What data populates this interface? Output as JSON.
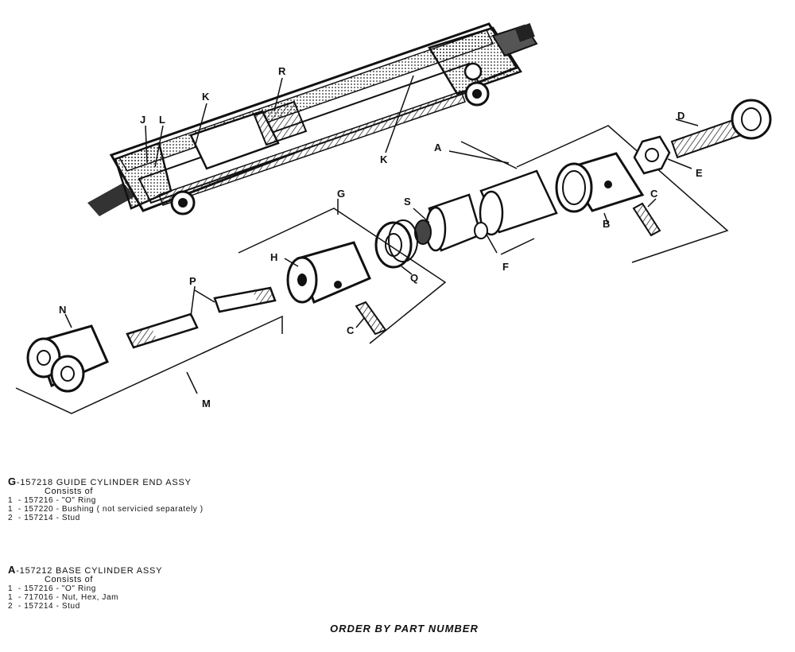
{
  "labels": {
    "A": "A",
    "B": "B",
    "C": "C",
    "D": "D",
    "E": "E",
    "F": "F",
    "G": "G",
    "H": "H",
    "J": "J",
    "K": "K",
    "L": "L",
    "M": "M",
    "N": "N",
    "P": "P",
    "Q": "Q",
    "R": "R",
    "S": "S"
  },
  "legend_g": {
    "letter": "G",
    "header": "-157218 GUIDE CYLINDER END ASSY",
    "consists": "Consists of",
    "items": [
      "1  - 157216 - \"O\" Ring",
      "1  - 157220 - Bushing ( not servicied separately )",
      "2  - 157214 - Stud"
    ]
  },
  "legend_a": {
    "letter": "A",
    "header": "-157212 BASE CYLINDER ASSY",
    "consists": "Consists of",
    "items": [
      "1  - 157216 - \"O\" Ring",
      "1  - 717016 - Nut, Hex, Jam",
      "2  - 157214 - Stud"
    ]
  },
  "footer": "ORDER BY PART NUMBER"
}
